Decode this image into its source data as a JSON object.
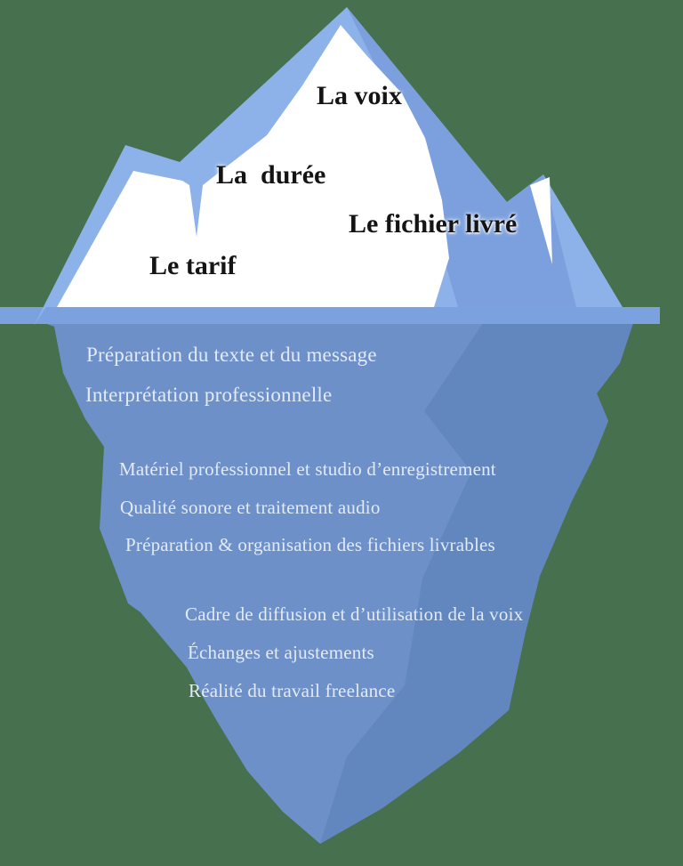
{
  "diagram": {
    "type": "iceberg-infographic",
    "above_water": {
      "labels": [
        "La voix",
        "La  durée",
        "Le fichier livré",
        "Le tarif"
      ]
    },
    "below_water": {
      "group_shallow": [
        "Préparation du texte et du message",
        "Interprétation professionnelle"
      ],
      "group_middle": [
        "Matériel professionnel et studio d’enregistrement",
        "Qualité sonore et traitement audio",
        "Préparation & organisation des fichiers livrables"
      ],
      "group_deep": [
        "Cadre de diffusion et d’utilisation de la voix",
        "Échanges et ajustements",
        "Réalité du travail freelance"
      ]
    }
  },
  "palette": {
    "background_green": "#47704E",
    "iceberg_above_light": "#8DB2E9",
    "iceberg_above_shaded": "#7CA0DE",
    "waterline_bar": "#7BA2DE",
    "iceberg_below_main": "#6D90C9",
    "iceberg_below_shaded": "#6286BE",
    "snow_white": "#FFFFFF",
    "label_dark": "#141414",
    "label_light": "#E2EAF5"
  }
}
